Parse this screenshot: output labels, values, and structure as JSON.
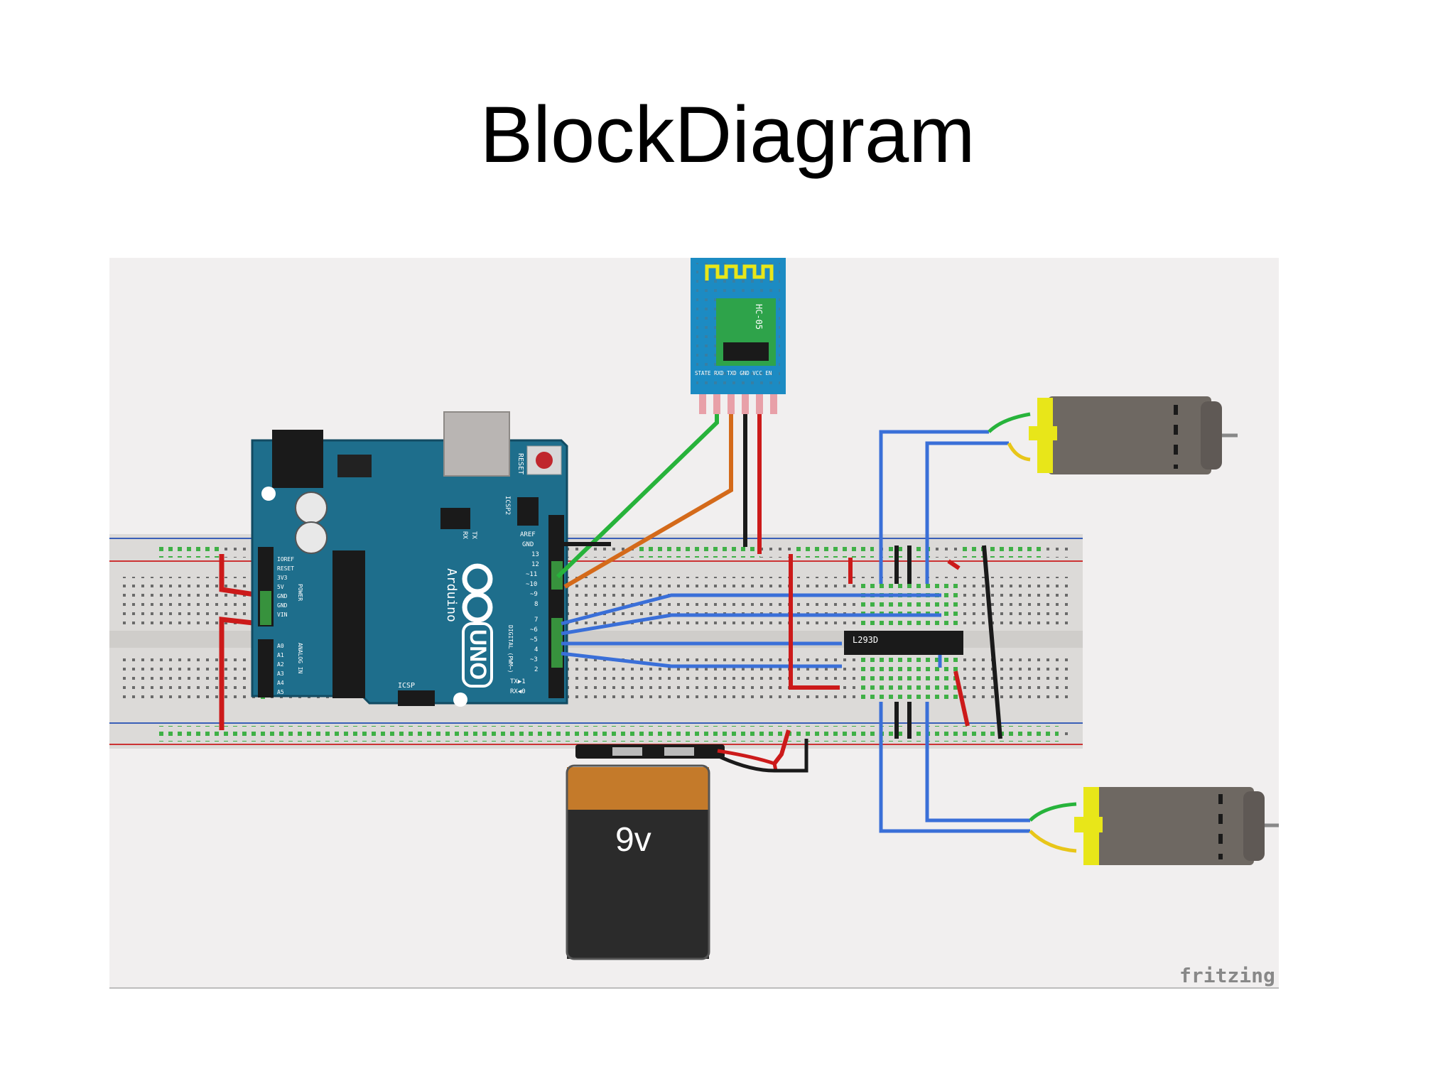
{
  "slide": {
    "title": "BlockDiagram"
  },
  "diagram": {
    "colors": {
      "canvas": "#f1efef",
      "breadboard": "#dcdad8",
      "arduino": "#1e6e8c",
      "bt_module": "#1c8bc3",
      "bt_chip": "#2ea34a",
      "wire_blue": "#3a6fd8",
      "wire_red": "#cc1a1a",
      "wire_green": "#27b33b",
      "wire_orange": "#d46a1a",
      "wire_black": "#1a1a1a",
      "battery_top": "#c47a2a",
      "battery_body": "#2b2b2b",
      "motor": "#6e6862",
      "motor_cap": "#e8e619"
    },
    "bluetooth": {
      "label": "HC-05",
      "pins": "STATE RXD TXD GND VCC EN"
    },
    "arduino": {
      "brand": "Arduino",
      "model": "UNO",
      "reset": "RESET",
      "icsp": "ICSP",
      "icsp2": "ICSP2",
      "tx": "TX",
      "rx": "RX",
      "aref": "AREF",
      "gnd": "GND",
      "pin13": "13",
      "pin12": "12",
      "pin11": "~11",
      "pin10": "~10",
      "pin9": "~9",
      "pin8": "8",
      "pin7": "7",
      "pin6": "~6",
      "pin5": "~5",
      "pin4": "4",
      "pin3": "~3",
      "pin2": "2",
      "txd": "TX▶1",
      "rxd": "RX◀0",
      "digital": "DIGITAL (PWM~)",
      "power_labels": [
        "IOREF",
        "RESET",
        "3V3",
        "5V",
        "GND",
        "GND",
        "VIN"
      ],
      "power": "POWER",
      "analog_labels": [
        "A0",
        "A1",
        "A2",
        "A3",
        "A4",
        "A5"
      ],
      "analog": "ANALOG IN"
    },
    "driver": {
      "label": "L293D"
    },
    "battery": {
      "label": "9v"
    },
    "watermark": "fritzing"
  }
}
